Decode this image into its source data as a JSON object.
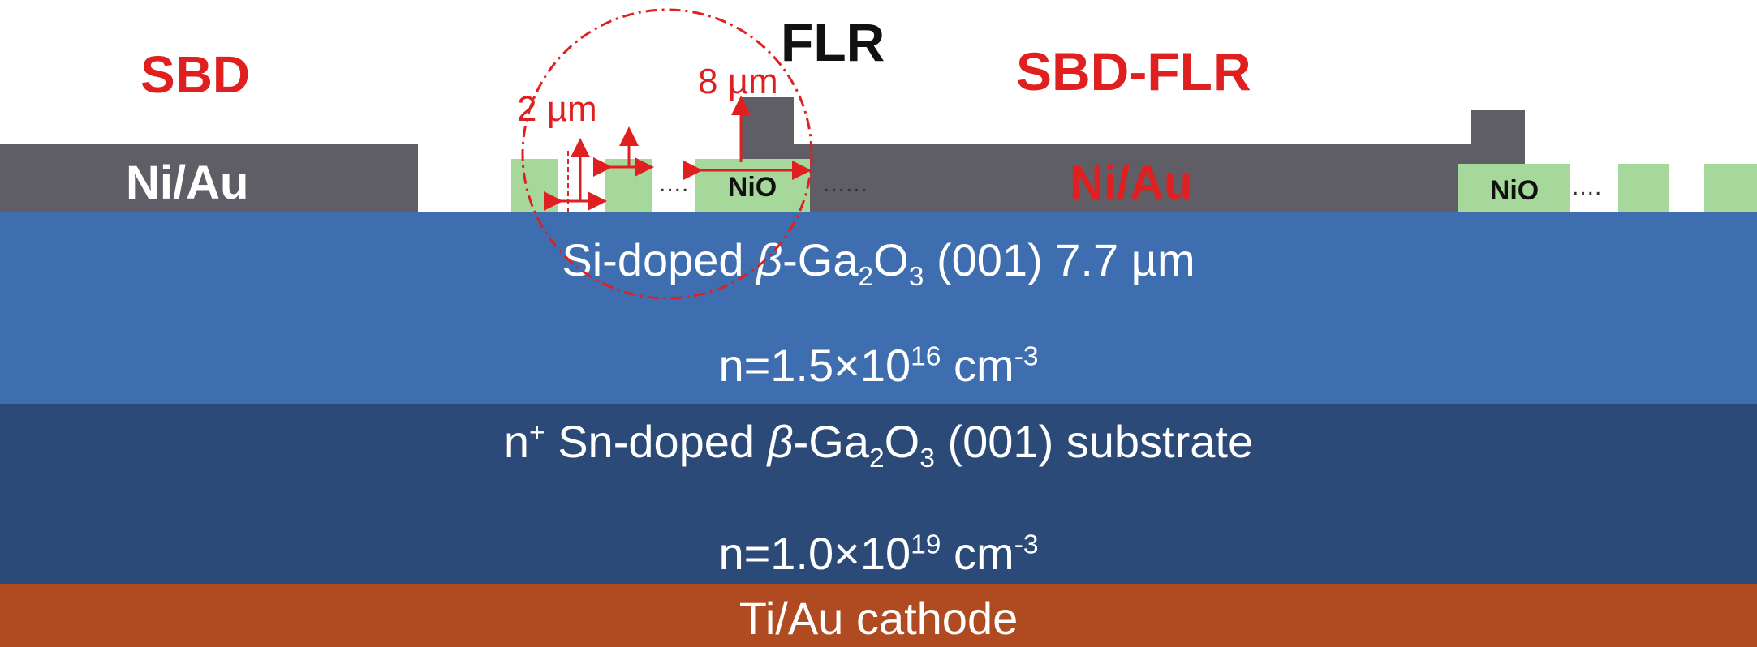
{
  "labels": {
    "sbd": "SBD",
    "flr": "FLR",
    "sbd_flr": "SBD-FLR",
    "ni_au_left": "Ni/Au",
    "ni_au_right": "Ni/Au",
    "nio_1": "NiO",
    "nio_2": "NiO",
    "dim_2um": "2 µm",
    "dim_8um": "8 µm",
    "dots_1": "....",
    "dots_2": "......",
    "dots_3": "...."
  },
  "drift_layer": {
    "pre": "Si-doped ",
    "beta": "β",
    "ga": "-Ga",
    "sub2": "2",
    "o": "O",
    "sub3": "3",
    "post": " (001)  7.7 µm",
    "n_pre": "n=1.5×10",
    "n_exp": "16",
    "n_unit": " cm",
    "n_unit_exp": "-3"
  },
  "substrate": {
    "n": "n",
    "plus": "+",
    "pre": " Sn-doped ",
    "beta": "β",
    "ga": "-Ga",
    "sub2": "2",
    "o": "O",
    "sub3": "3",
    "post": " (001) substrate",
    "n_pre": "n=1.0×10",
    "n_exp": "19",
    "n_unit": " cm",
    "n_unit_exp": "-3"
  },
  "cathode": {
    "label": "Ti/Au cathode"
  },
  "colors": {
    "drift": "#3f6eb0",
    "substrate": "#2c4a78",
    "cathode": "#b04a20",
    "metal": "#5f5d66",
    "nio": "#a6d89b",
    "annotation": "#e02020"
  }
}
